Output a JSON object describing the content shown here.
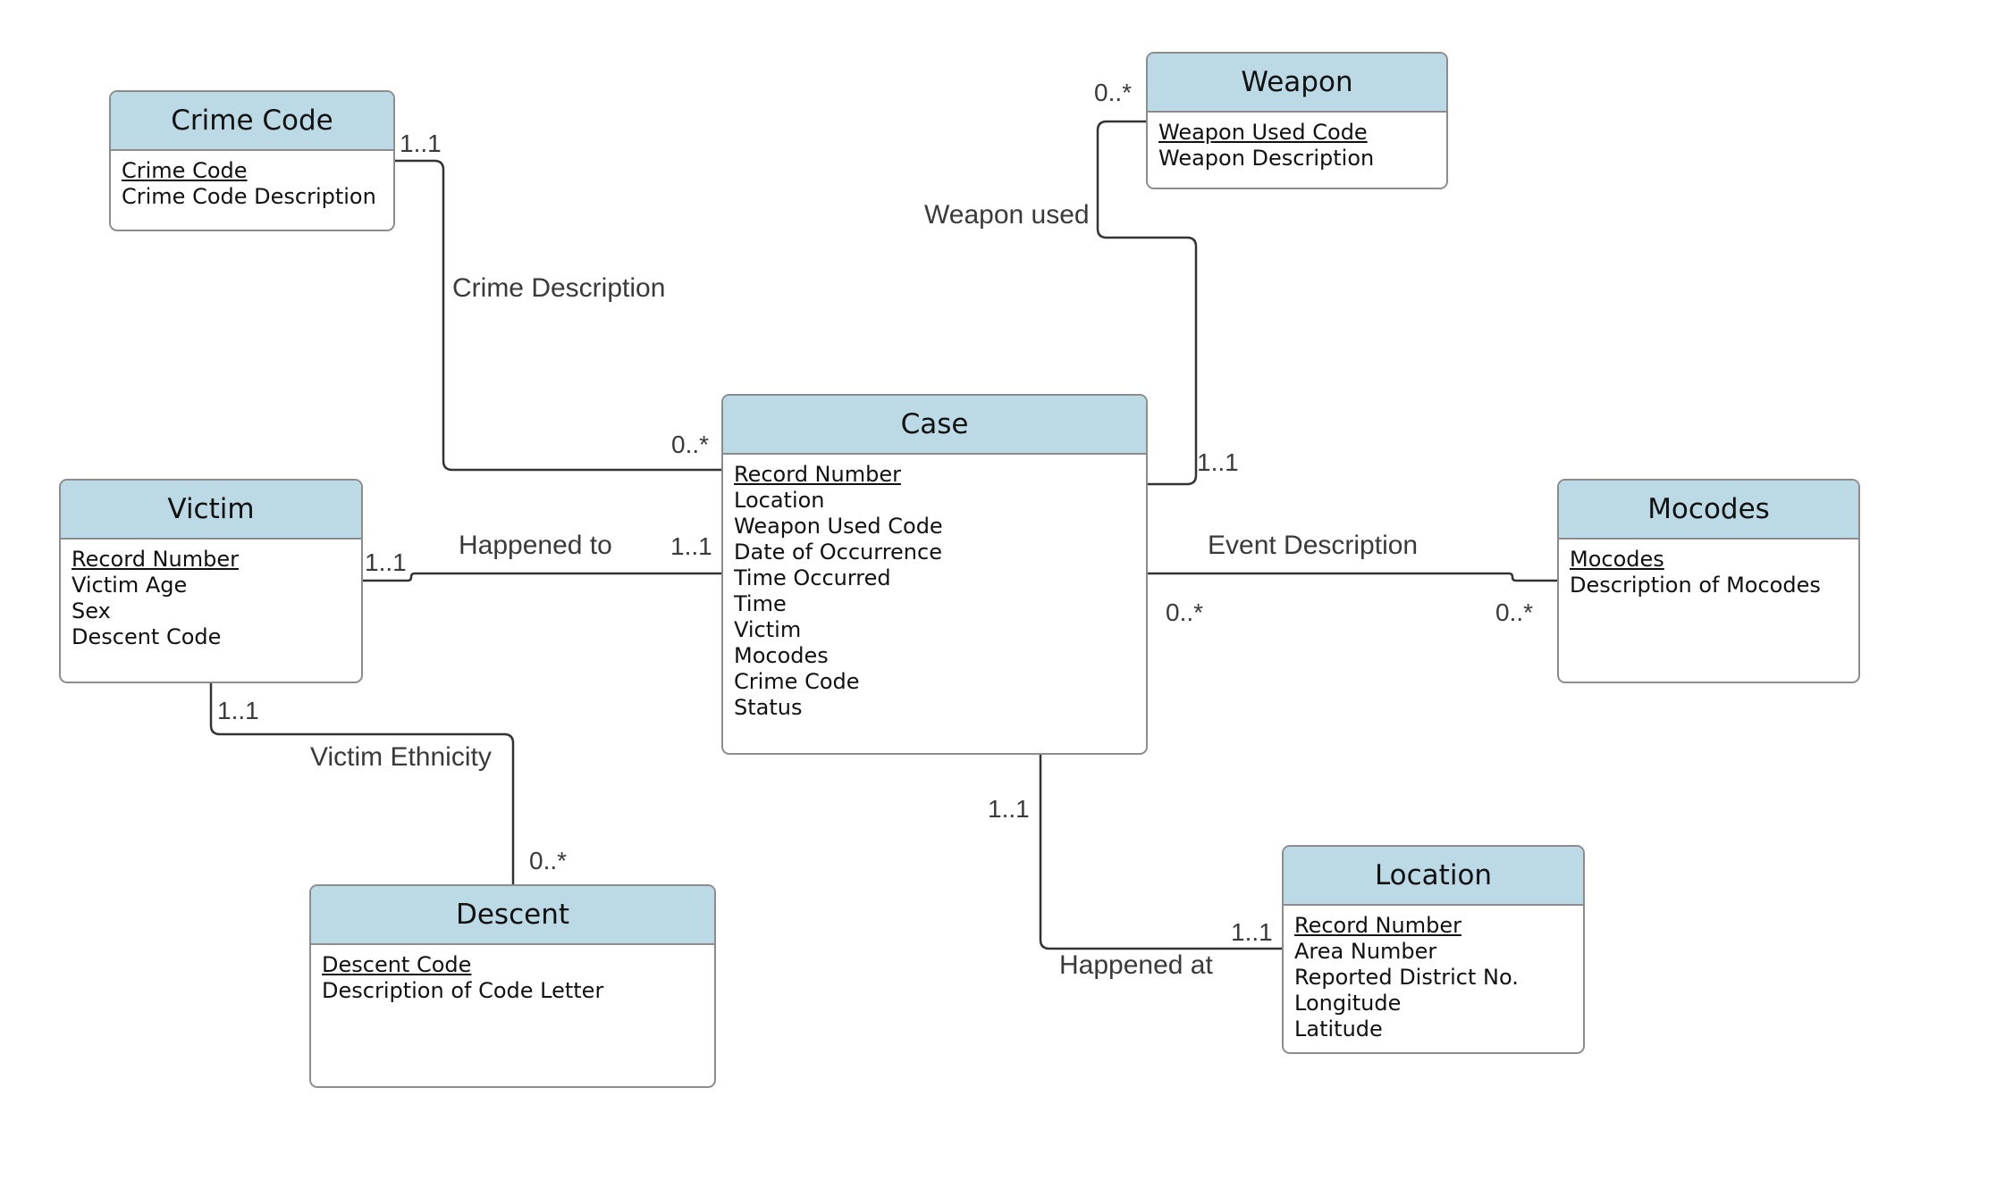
{
  "entities": {
    "crime_code": {
      "name": "Crime Code",
      "attributes": [
        "Crime Code",
        "Crime Code Description"
      ]
    },
    "weapon": {
      "name": "Weapon",
      "attributes": [
        "Weapon Used Code",
        "Weapon Description"
      ]
    },
    "case": {
      "name": "Case",
      "attributes": [
        "Record Number",
        "Location",
        "Weapon Used Code",
        "Date of Occurrence",
        "Time Occurred",
        "Time",
        "Victim",
        "Mocodes",
        "Crime Code",
        "Status"
      ]
    },
    "victim": {
      "name": "Victim",
      "attributes": [
        "Record Number",
        "Victim Age",
        "Sex",
        "Descent Code"
      ]
    },
    "mocodes": {
      "name": "Mocodes",
      "attributes": [
        "Mocodes",
        "Description of Mocodes"
      ]
    },
    "descent": {
      "name": "Descent",
      "attributes": [
        "Descent Code",
        "Description of Code Letter"
      ]
    },
    "location": {
      "name": "Location",
      "attributes": [
        "Record Number",
        "Area Number",
        "Reported District No.",
        "Longitude",
        "Latitude"
      ]
    }
  },
  "relationships": {
    "crime_description": {
      "label": "Crime Description",
      "card_from": "1..1",
      "card_to": "0..*"
    },
    "weapon_used": {
      "label": "Weapon used",
      "card_from": "0..*",
      "card_to": "1..1"
    },
    "happened_to": {
      "label": "Happened to",
      "card_from": "1..1",
      "card_to": "1..1"
    },
    "event_description": {
      "label": "Event Description",
      "card_from": "0..*",
      "card_to": "0..*"
    },
    "victim_ethnicity": {
      "label": "Victim Ethnicity",
      "card_from": "1..1",
      "card_to": "0..*"
    },
    "happened_at": {
      "label": "Happened at",
      "card_from": "1..1",
      "card_to": "1..1"
    }
  }
}
